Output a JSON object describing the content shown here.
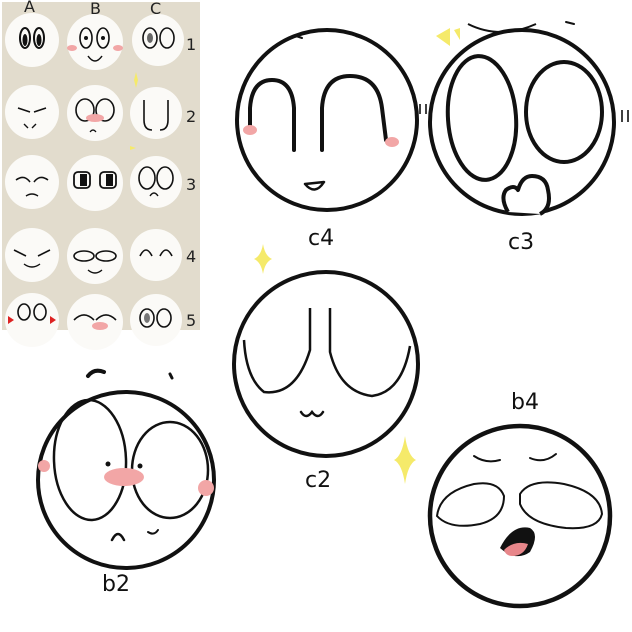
{
  "faces": {
    "c4": {
      "label": "c4"
    },
    "c3": {
      "label": "c3"
    },
    "c2": {
      "label": "c2"
    },
    "b2": {
      "label": "b2"
    },
    "b4": {
      "label": "b4"
    }
  },
  "reference_sheet": {
    "row_numbers": [
      "1",
      "2",
      "3",
      "4",
      "5"
    ],
    "column_letters": [
      "A",
      "B",
      "C"
    ]
  },
  "colors": {
    "ink": "#111111",
    "blush": "#f2a6a6",
    "sparkle": "#f5ea6a",
    "sheet_background": "#e2dccd",
    "mouth_red": "#c0392b",
    "tongue_pink": "#e8868a"
  }
}
